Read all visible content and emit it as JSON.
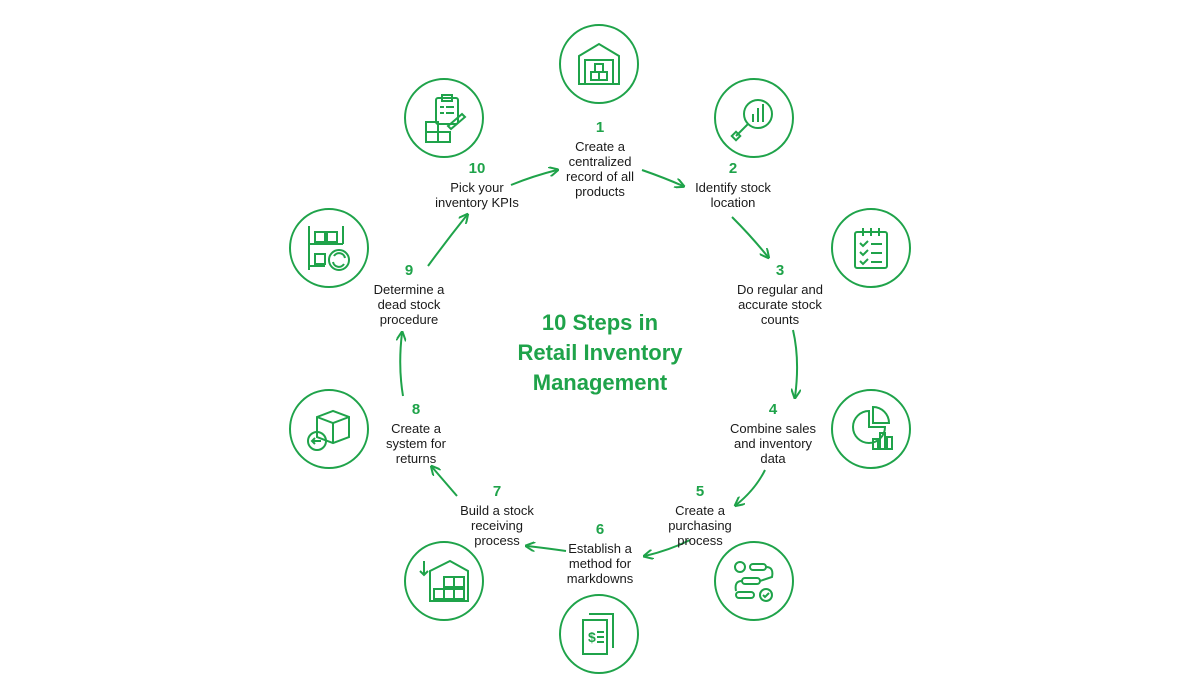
{
  "title": "10 Steps in\nRetail Inventory\nManagement",
  "accent_color": "#1fa34a",
  "steps": [
    {
      "num": "1",
      "label": "Create a\ncentralized\nrecord of all\nproducts",
      "icon": "warehouse-icon"
    },
    {
      "num": "2",
      "label": "Identify stock\nlocation",
      "icon": "magnifier-chart-icon"
    },
    {
      "num": "3",
      "label": "Do regular and\naccurate stock\ncounts",
      "icon": "checklist-clipboard-icon"
    },
    {
      "num": "4",
      "label": "Combine sales\nand inventory\ndata",
      "icon": "analytics-icon"
    },
    {
      "num": "5",
      "label": "Create a\npurchasing\nprocess",
      "icon": "workflow-gear-icon"
    },
    {
      "num": "6",
      "label": "Establish a\nmethod for\nmarkdowns",
      "icon": "price-document-icon"
    },
    {
      "num": "7",
      "label": "Build a stock\nreceiving\nprocess",
      "icon": "receiving-boxes-icon"
    },
    {
      "num": "8",
      "label": "Create a\nsystem for\nreturns",
      "icon": "return-box-icon"
    },
    {
      "num": "9",
      "label": "Determine a\ndead stock\nprocedure",
      "icon": "shelf-refresh-icon"
    },
    {
      "num": "10",
      "label": "Pick your\ninventory KPIs",
      "icon": "kpi-clipboard-icon"
    }
  ]
}
